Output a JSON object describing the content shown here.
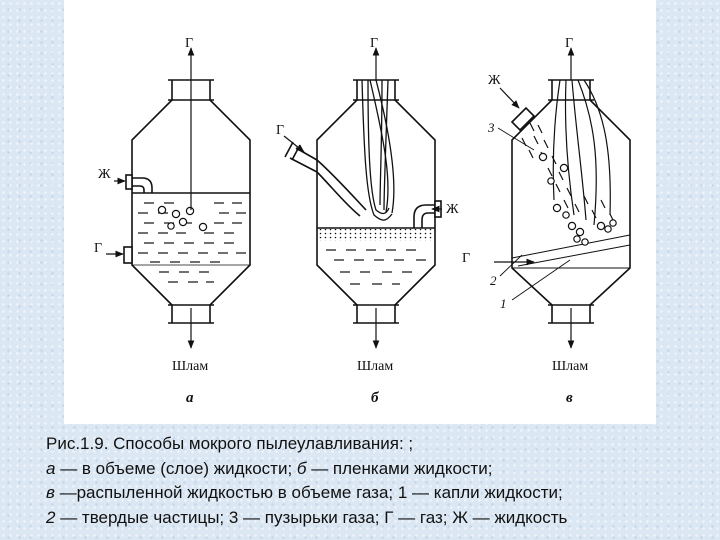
{
  "figure": {
    "gas_label": "Г",
    "liquid_label": "Ж",
    "sludge_label": "Шлам",
    "panels": [
      {
        "letter": "а"
      },
      {
        "letter": "б"
      },
      {
        "letter": "в"
      }
    ],
    "numbers": [
      "1",
      "2",
      "3"
    ]
  },
  "caption": {
    "line1": "Рис.1.9. Способы мокрого пылеулавливания:  ;",
    "line2_letter": "а",
    "line2_text": " — в объеме (слое) жидкости; ",
    "line2_letter2": "б",
    "line2_text2": " — пленками жидкости;",
    "line3_letter": "в",
    "line3_text": " —распыленной жидкостью в объеме газа; 1 — капли жидкости;",
    "line4_num": "2",
    "line4_text": " — твердые частицы; 3 — пузырьки газа; Г — газ; Ж — жидкость"
  }
}
